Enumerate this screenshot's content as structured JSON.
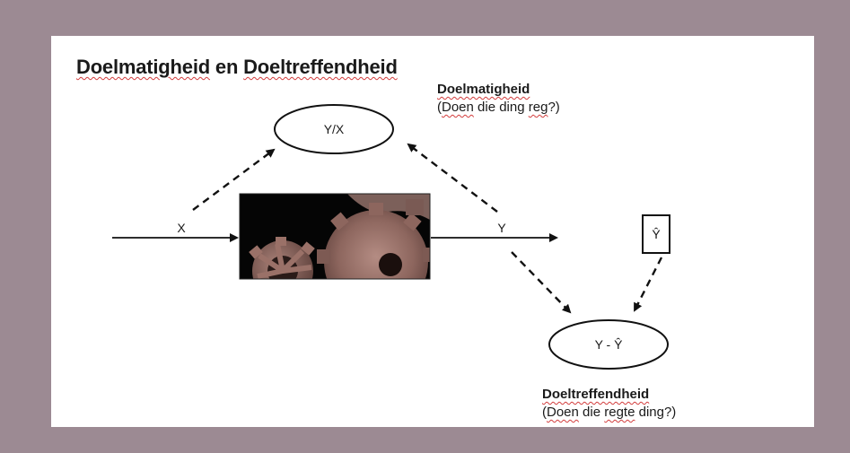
{
  "title": {
    "word1": "Doelmatigheid",
    "word2": "en",
    "word3": "Doeltreffendheid"
  },
  "efficiency": {
    "heading": "Doelmatigheid",
    "question_open": "(",
    "question_w1": "Doen",
    "question_w2": "die ding",
    "question_w3": "reg",
    "question_close": "?)"
  },
  "effectiveness": {
    "heading": "Doeltreffendheid",
    "question_open": "(",
    "question_w1": "Doen",
    "question_w2": "die",
    "question_w3": "regte",
    "question_w4": "ding?)"
  },
  "nodes": {
    "ratio": "Y/X",
    "difference": "Y - Ŷ",
    "target": "Ŷ",
    "input": "X",
    "output": "Y"
  },
  "colors": {
    "frame": "#9c8a93",
    "gear_dark": "#6b4a44",
    "gear_light": "#a0776e",
    "gear_background": "#050505"
  },
  "image": {
    "icon": "gears-image"
  }
}
